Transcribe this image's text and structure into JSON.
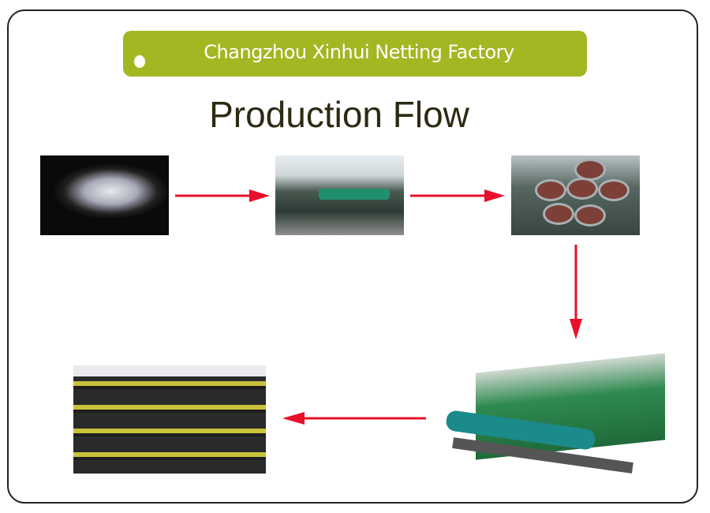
{
  "banner": {
    "title": "Changzhou Xinhui Netting Factory"
  },
  "heading": "Production Flow",
  "colors": {
    "banner": "#a3b722",
    "arrow": "#e8102a",
    "title": "#2d2a12"
  },
  "steps": [
    {
      "icon": "plastic-granules-photo"
    },
    {
      "icon": "extrusion-line-photo"
    },
    {
      "icon": "yarn-winding-photo"
    },
    {
      "icon": "knitting-machine-photo"
    },
    {
      "icon": "finished-net-rolls-photo"
    }
  ]
}
